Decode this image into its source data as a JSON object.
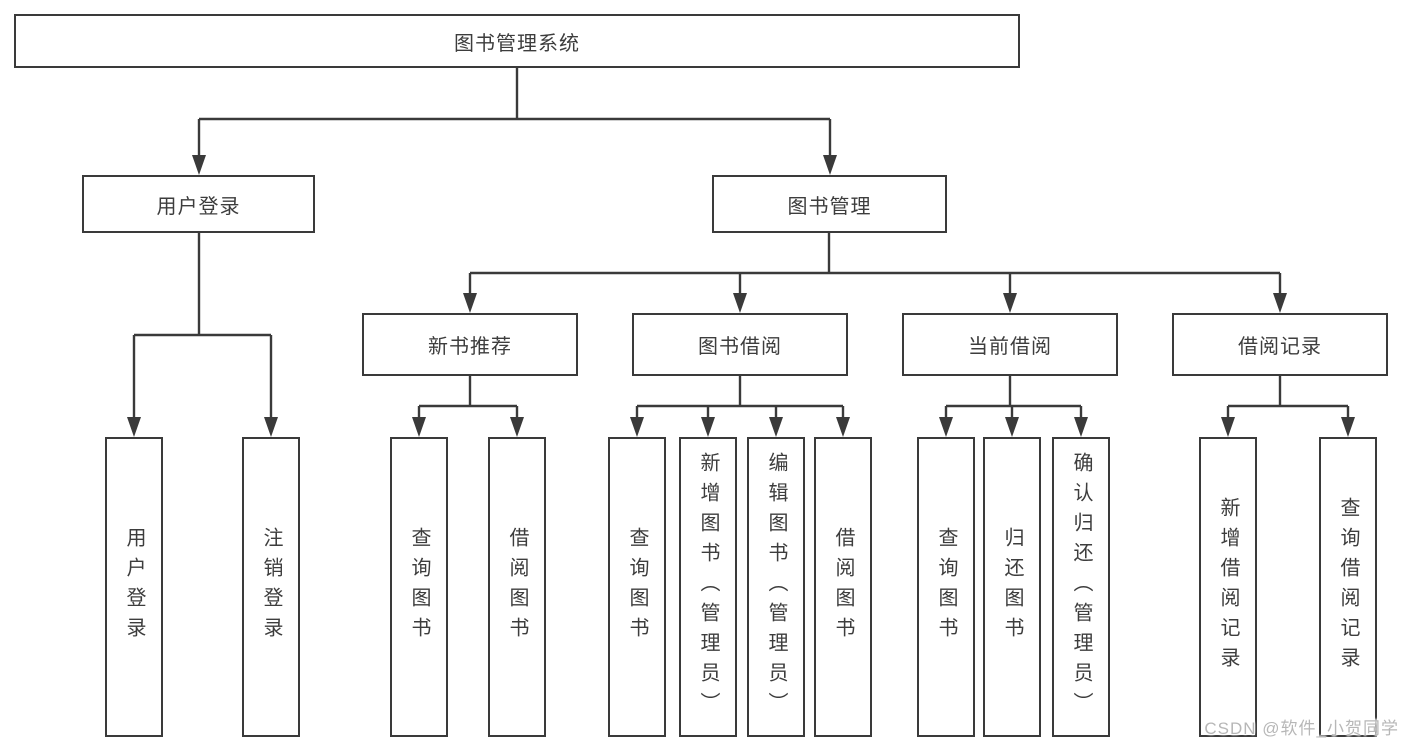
{
  "diagram": {
    "type": "tree",
    "title": "图书管理系统",
    "level1": [
      {
        "label": "用户登录",
        "parent": "图书管理系统"
      },
      {
        "label": "图书管理",
        "parent": "图书管理系统"
      }
    ],
    "level2": [
      {
        "label": "新书推荐",
        "parent": "图书管理"
      },
      {
        "label": "图书借阅",
        "parent": "图书管理"
      },
      {
        "label": "当前借阅",
        "parent": "图书管理"
      },
      {
        "label": "借阅记录",
        "parent": "图书管理"
      }
    ],
    "leaves": [
      {
        "label": "用户登录",
        "parent": "用户登录"
      },
      {
        "label": "注销登录",
        "parent": "用户登录"
      },
      {
        "label": "查询图书",
        "parent": "新书推荐"
      },
      {
        "label": "借阅图书",
        "parent": "新书推荐"
      },
      {
        "label": "查询图书",
        "parent": "图书借阅"
      },
      {
        "label": "新增图书（管理员）",
        "parent": "图书借阅"
      },
      {
        "label": "编辑图书（管理员）",
        "parent": "图书借阅"
      },
      {
        "label": "借阅图书",
        "parent": "图书借阅"
      },
      {
        "label": "查询图书",
        "parent": "当前借阅"
      },
      {
        "label": "归还图书",
        "parent": "当前借阅"
      },
      {
        "label": "确认归还（管理员）",
        "parent": "当前借阅"
      },
      {
        "label": "新增借阅记录",
        "parent": "借阅记录"
      },
      {
        "label": "查询借阅记录",
        "parent": "借阅记录"
      }
    ]
  },
  "watermark": {
    "text": "CSDN @软件_小贺同学"
  },
  "colors": {
    "background": "#ffffff",
    "line": "#3a3a3a",
    "box_border": "#3a3a3a",
    "box_fill": "#ffffff",
    "text": "#3d3d3d",
    "watermark": "#b7b7b7"
  }
}
